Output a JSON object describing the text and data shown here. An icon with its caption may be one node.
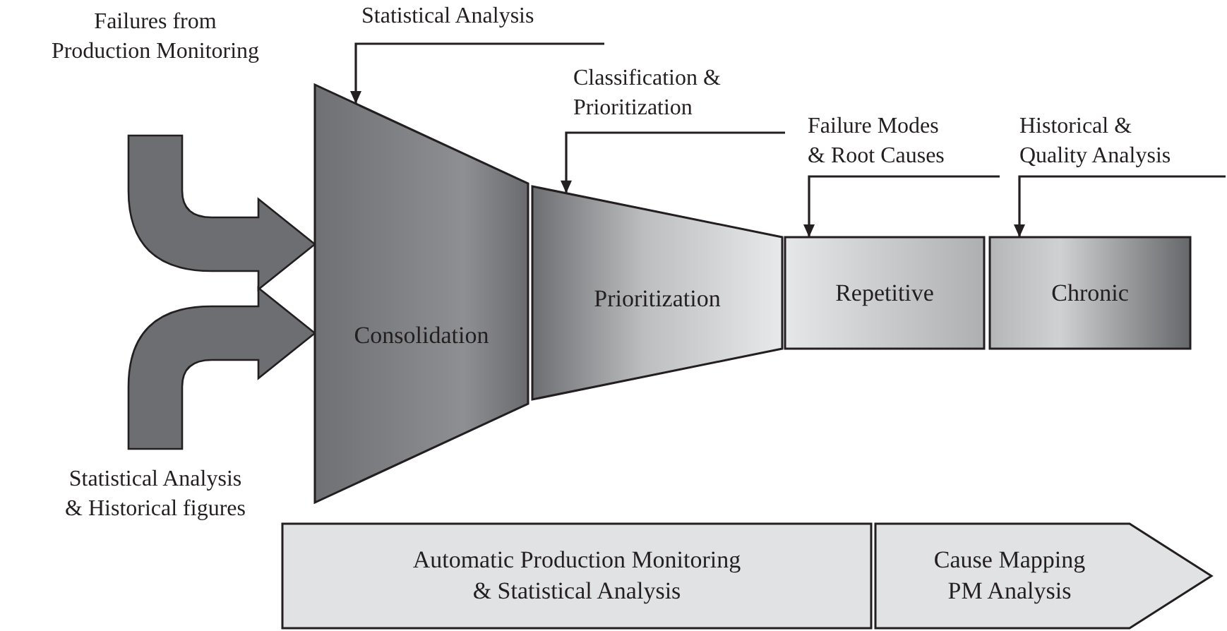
{
  "diagram": {
    "nodes": [
      {
        "text": [
          "Failures from Production Monitoring"
        ]
      },
      {
        "text": [
          "Statistical Analysis"
        ]
      },
      {
        "text": [
          "Classification & Prioritization"
        ]
      },
      {
        "text": [
          "Consolidation"
        ]
      },
      {
        "text": [
          "Prioritization"
        ]
      },
      {
        "text": [
          "Failure Modes & Root Causes"
        ]
      },
      {
        "text": [
          "Historical & Quality Analysis"
        ]
      },
      {
        "text": [
          "Repetitive"
        ]
      },
      {
        "text": [
          "Chronic"
        ]
      },
      {
        "text": [
          "Statistical Analysis & Historical figures"
        ]
      },
      {
        "text": [
          "Automatic Production Monitoring & Statistical Analysis"
        ]
      },
      {
        "text": [
          "Cause Mapping PM Analysis"
        ]
      }
    ],
    "edges": [
      {
        "from": 0,
        "to": 3,
        "arrow": "to",
        "style": "thick",
        "color": "#6d6e71"
      },
      {
        "from": 9,
        "to": 3,
        "arrow": "to",
        "style": "thick",
        "color": "#6d6e71"
      },
      {
        "from": 1,
        "to": 3,
        "arrow": "to"
      },
      {
        "from": 2,
        "to": 4,
        "arrow": "to"
      },
      {
        "from": 5,
        "to": 7,
        "arrow": "to"
      },
      {
        "from": 6,
        "to": 8,
        "arrow": "to"
      }
    ]
  }
}
